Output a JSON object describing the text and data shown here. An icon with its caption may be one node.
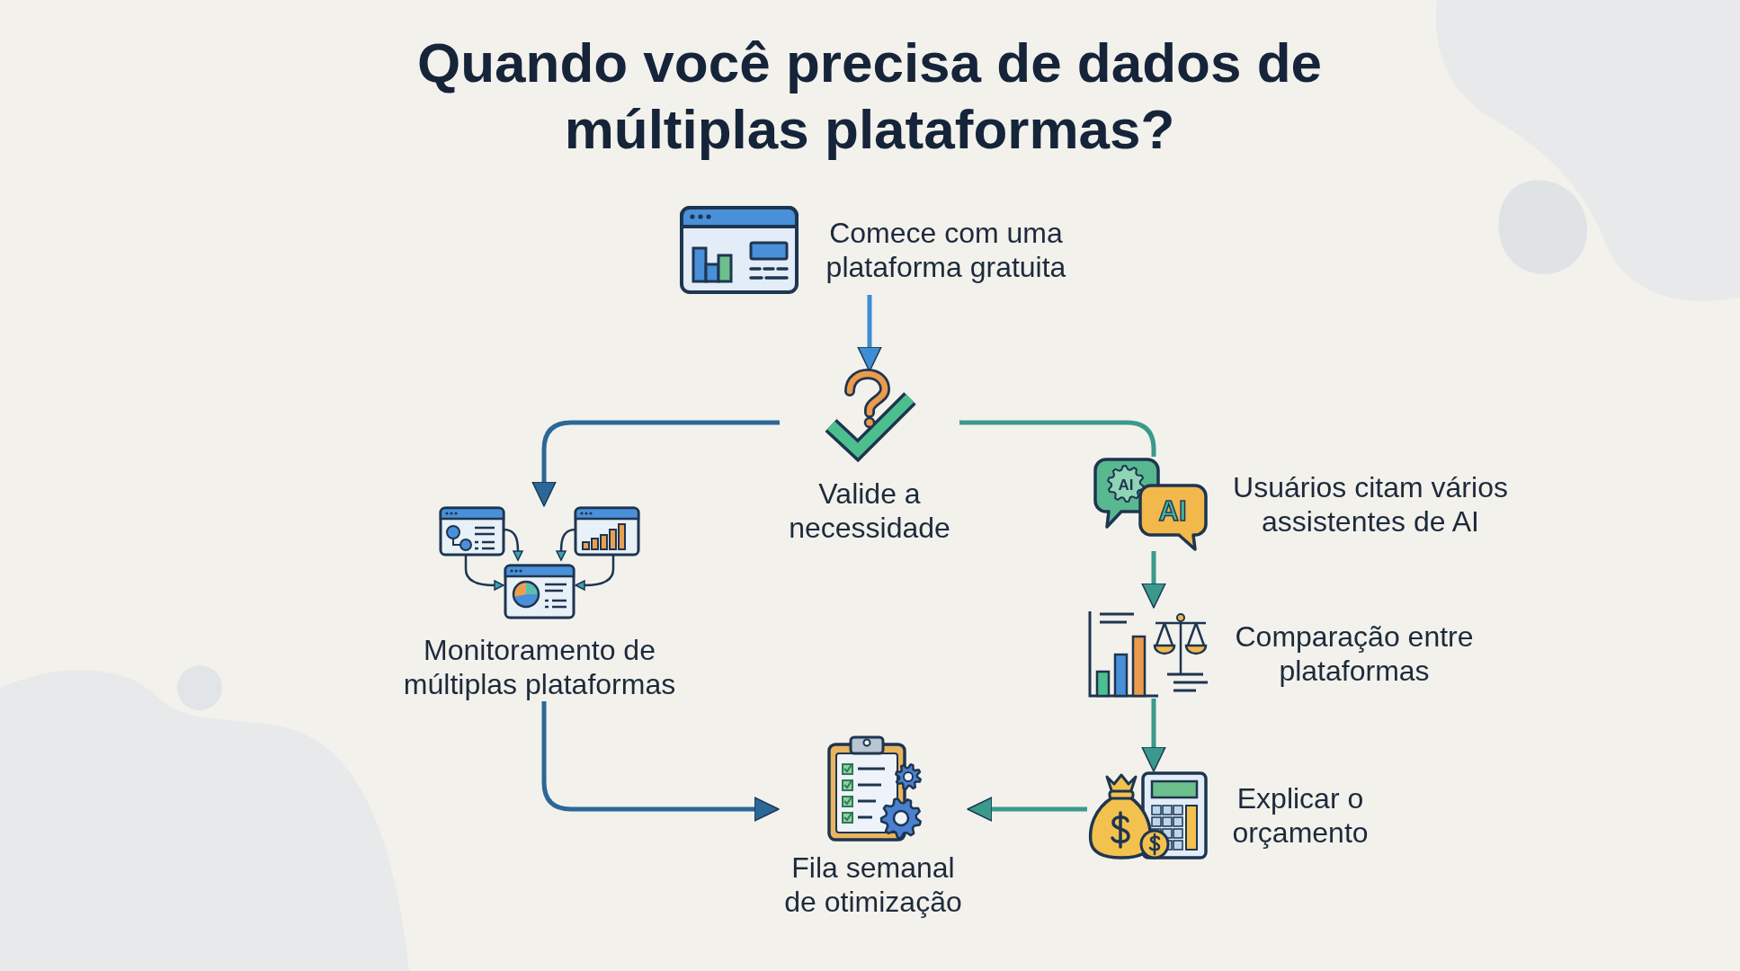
{
  "diagram": {
    "title": "Quando você precisa de dados de múltiplas plataformas?",
    "nodes": [
      {
        "text": [
          "Comece com uma plataforma gratuita"
        ]
      },
      {
        "text": [
          "Valide a necessidade"
        ]
      },
      {
        "text": [
          "Monitoramento de múltiplas plataformas"
        ]
      },
      {
        "text": [
          "Usuários citam vários assistentes de AI"
        ]
      },
      {
        "text": [
          "Comparação entre plataformas"
        ]
      },
      {
        "text": [
          "Fila semanal de otimização"
        ]
      },
      {
        "text": [
          "Explicar o orçamento"
        ]
      }
    ],
    "edges": [
      {
        "from": 0,
        "to": 1,
        "arrow": "to",
        "color": "#3d8ed4"
      },
      {
        "from": 1,
        "to": 2,
        "arrow": "to",
        "color": "#2b6898"
      },
      {
        "from": 1,
        "to": 3,
        "arrow": "none"
      },
      {
        "from": 3,
        "to": 4,
        "arrow": "to"
      },
      {
        "from": 4,
        "to": 6,
        "arrow": "to"
      },
      {
        "from": 2,
        "to": 5,
        "arrow": "to",
        "color": "#2b6898"
      },
      {
        "from": 6,
        "to": 5,
        "arrow": "to"
      }
    ],
    "labels": [
      "AI",
      "AI"
    ]
  }
}
